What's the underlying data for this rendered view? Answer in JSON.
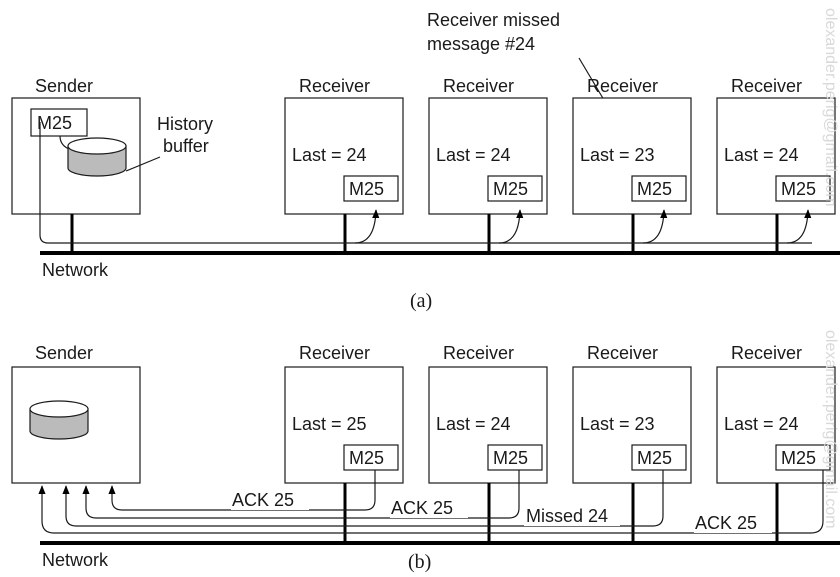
{
  "panel_a": {
    "caption": "(a)",
    "sender_label": "Sender",
    "message_label": "M25",
    "history_label_line1": "History",
    "history_label_line2": "buffer",
    "network_label": "Network",
    "note_line1": "Receiver missed",
    "note_line2": "message #24",
    "receivers": [
      {
        "label": "Receiver",
        "last": "Last = 24",
        "msg": "M25"
      },
      {
        "label": "Receiver",
        "last": "Last = 24",
        "msg": "M25"
      },
      {
        "label": "Receiver",
        "last": "Last = 23",
        "msg": "M25"
      },
      {
        "label": "Receiver",
        "last": "Last = 24",
        "msg": "M25"
      }
    ]
  },
  "panel_b": {
    "caption": "(b)",
    "sender_label": "Sender",
    "network_label": "Network",
    "receivers": [
      {
        "label": "Receiver",
        "last": "Last = 25",
        "msg": "M25",
        "reply": "ACK 25"
      },
      {
        "label": "Receiver",
        "last": "Last = 24",
        "msg": "M25",
        "reply": "ACK 25"
      },
      {
        "label": "Receiver",
        "last": "Last = 23",
        "msg": "M25",
        "reply": "Missed 24"
      },
      {
        "label": "Receiver",
        "last": "Last = 24",
        "msg": "M25",
        "reply": "ACK 25"
      }
    ]
  },
  "watermark": {
    "top": "olexander.perig@gmail.com",
    "bottom": "olexander.perig@gmail.com"
  },
  "colors": {
    "line": "#000000",
    "buffer_fill": "#bbbbbb",
    "watermark": "#d9d9d9"
  }
}
